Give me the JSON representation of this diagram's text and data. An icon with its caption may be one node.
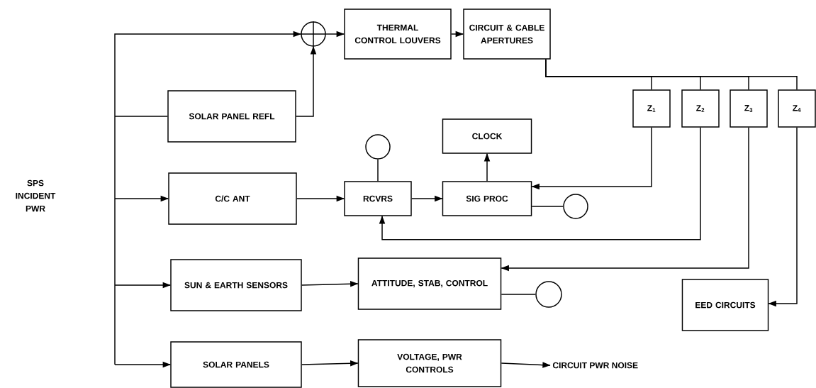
{
  "diagram": {
    "nodes": [
      {
        "text": [
          "SPS INCIDENT PWR"
        ]
      },
      {
        "text": [],
        "shape": "circle"
      },
      {
        "text": [
          "THERMAL CONTROL LOUVERS"
        ]
      },
      {
        "text": [
          "CIRCUIT & CABLE APERTURES"
        ]
      },
      {
        "text": [
          "SOLAR PANEL REFL"
        ]
      },
      {
        "text": [
          "Z$_{1}$"
        ]
      },
      {
        "text": [
          "Z$_{2}$"
        ]
      },
      {
        "text": [
          "Z$_{3}$"
        ]
      },
      {
        "text": [
          "Z$_{4}$"
        ]
      },
      {
        "text": [],
        "shape": "circle"
      },
      {
        "text": [
          "CLOCK"
        ]
      },
      {
        "text": [
          "C/C ANT"
        ]
      },
      {
        "text": [
          "RCVRS"
        ]
      },
      {
        "text": [
          "SIG PROC"
        ]
      },
      {
        "text": [],
        "shape": "circle"
      },
      {
        "text": [
          "SUN & EARTH SENSORS"
        ]
      },
      {
        "text": [
          "ATTITUDE, STAB, CONTROL"
        ]
      },
      {
        "text": [],
        "shape": "circle"
      },
      {
        "text": [
          "EED CIRCUITS"
        ]
      },
      {
        "text": [
          "SOLAR PANELS"
        ]
      },
      {
        "text": [
          "VOLTAGE, PWR CONTROLS"
        ]
      },
      {
        "text": [
          "CIRCUIT PWR NOISE"
        ]
      }
    ],
    "edges": [
      {
        "from": null,
        "to": 1,
        "arrow": "to"
      },
      {
        "from": null,
        "to": 4,
        "arrow": "none"
      },
      {
        "from": null,
        "to": 11,
        "arrow": "to"
      },
      {
        "from": null,
        "to": 15,
        "arrow": "to"
      },
      {
        "from": null,
        "to": 19,
        "arrow": "to"
      },
      {
        "from": 1,
        "to": 2,
        "arrow": "to"
      },
      {
        "from": 4,
        "to": 1,
        "arrow": "to"
      },
      {
        "from": 2,
        "to": 3,
        "arrow": "to"
      },
      {
        "from": 3,
        "to": 5,
        "arrow": "none"
      },
      {
        "from": 3,
        "to": 6,
        "arrow": "none"
      },
      {
        "from": 3,
        "to": 7,
        "arrow": "none"
      },
      {
        "from": 3,
        "to": 8,
        "arrow": "none"
      },
      {
        "from": 5,
        "to": 13,
        "arrow": "to"
      },
      {
        "from": 6,
        "to": 12,
        "arrow": "to"
      },
      {
        "from": 7,
        "to": 16,
        "arrow": "to"
      },
      {
        "from": 8,
        "to": 18,
        "arrow": "to"
      },
      {
        "from": 12,
        "to": 9,
        "arrow": "none"
      },
      {
        "from": 13,
        "to": 14,
        "arrow": "none"
      },
      {
        "from": 16,
        "to": 17,
        "arrow": "none"
      },
      {
        "from": 11,
        "to": 12,
        "arrow": "to"
      },
      {
        "from": 12,
        "to": 13,
        "arrow": "to"
      },
      {
        "from": 13,
        "to": 10,
        "arrow": "to"
      },
      {
        "from": 15,
        "to": 16,
        "arrow": "to"
      },
      {
        "from": 19,
        "to": 20,
        "arrow": "to"
      },
      {
        "from": 20,
        "to": 21,
        "arrow": "to"
      }
    ]
  }
}
